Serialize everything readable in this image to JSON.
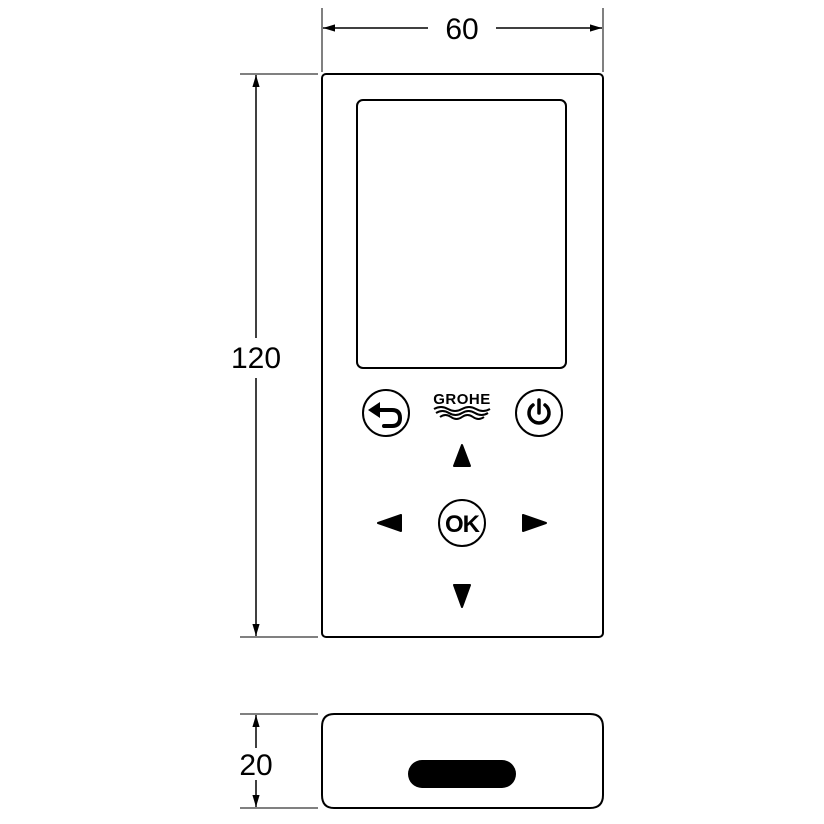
{
  "dimensions": {
    "width": "60",
    "height": "120",
    "depth": "20"
  },
  "remote": {
    "brand": "GROHE",
    "ok_label": "OK",
    "icons": {
      "back": "back-arrow-icon",
      "power": "power-icon",
      "up": "arrow-up-icon",
      "down": "arrow-down-icon",
      "left": "arrow-left-icon",
      "right": "arrow-right-icon",
      "logo_waves": "grohe-waves-icon"
    }
  }
}
